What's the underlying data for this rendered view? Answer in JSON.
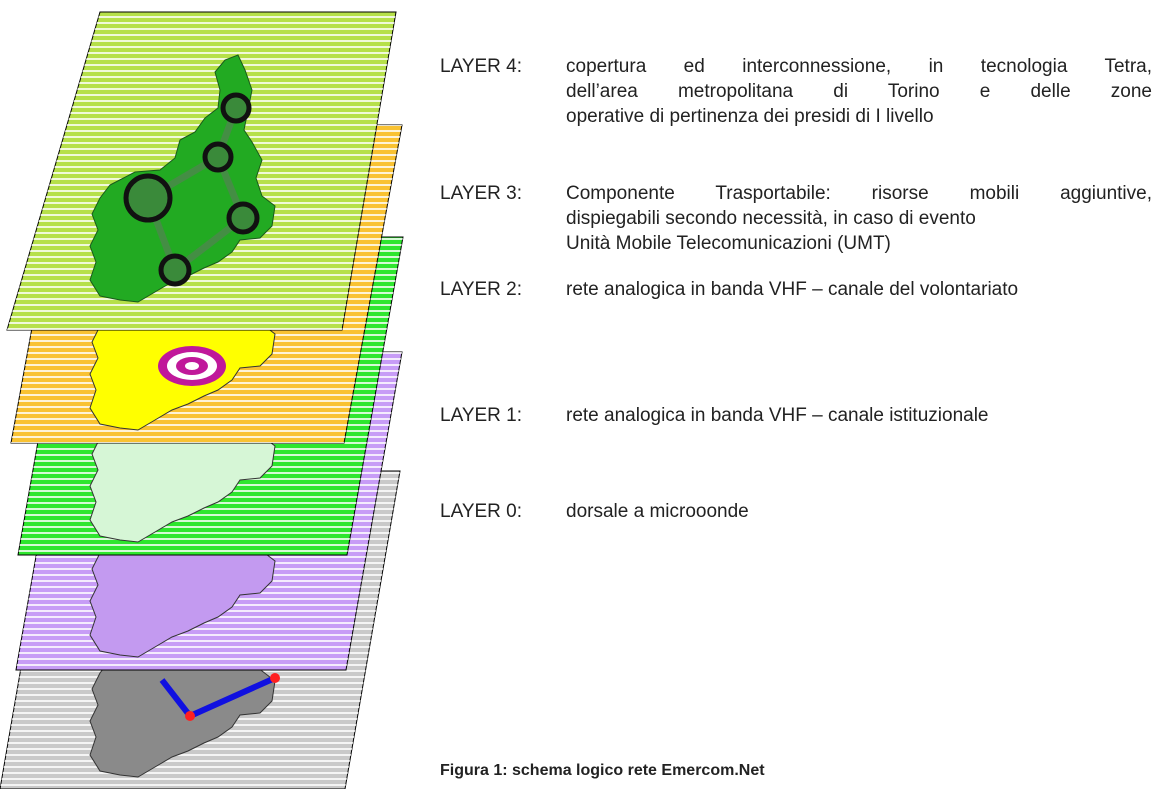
{
  "layers": [
    {
      "label": "LAYER 4:",
      "lines": [
        "copertura ed interconnessione, in tecnologia Tetra,",
        "dell’area metropolitana di Torino e delle zone",
        "operative di pertinenza dei presidi di I livello"
      ],
      "color": "#b6e04a"
    },
    {
      "label": "LAYER 3:",
      "lines": [
        "Componente Trasportabile: risorse mobili aggiuntive,",
        "dispiegabili secondo necessità, in caso di evento",
        "Unità Mobile Telecomunicazioni (UMT)"
      ],
      "color": "#f9c232"
    },
    {
      "label": "LAYER 2:",
      "lines": [
        "rete analogica in banda VHF – canale del volontariato"
      ],
      "color": "#2ee62e"
    },
    {
      "label": "LAYER 1:",
      "lines": [
        "rete analogica in banda VHF – canale istituzionale"
      ],
      "color": "#c79cf6"
    },
    {
      "label": "LAYER 0:",
      "lines": [
        "dorsale a microoonde"
      ],
      "color": "#c9c9c9"
    }
  ],
  "caption": "Figura 1: schema logico rete Emercom.Net"
}
